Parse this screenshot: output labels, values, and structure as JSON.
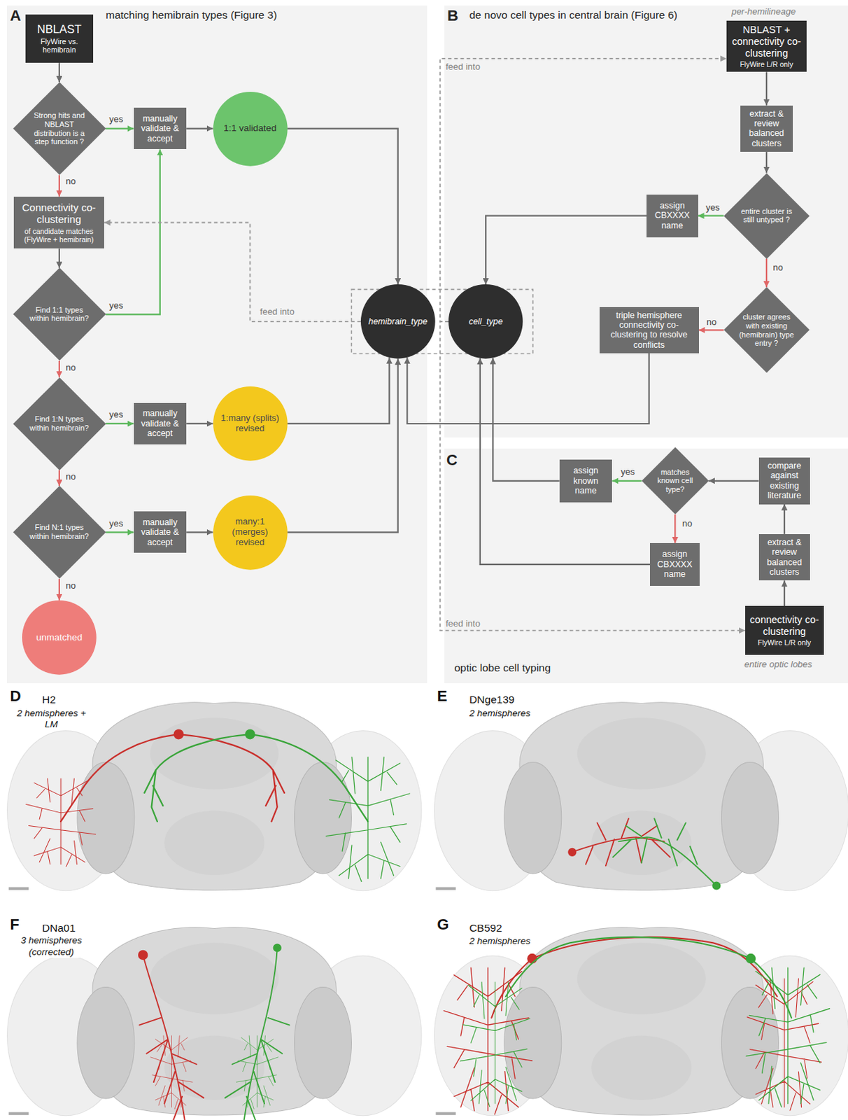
{
  "diagram": {
    "nodes": [
      {
        "text": [
          "A",
          "matching hemibrain types (Figure 3)"
        ]
      },
      {
        "text": [
          "NBLAST",
          "FlyWire vs. hemibrain"
        ],
        "in": 0
      },
      {
        "text": [
          "Strong hits and NBLAST distribution is a step function ?"
        ],
        "in": 0
      },
      {
        "text": [
          "manually validate & accept"
        ],
        "in": 0
      },
      {
        "text": [
          "1:1 validated"
        ],
        "in": 0
      },
      {
        "text": [
          "Connectivity co-clustering",
          "of candidate matches (FlyWire + hemibrain)"
        ],
        "in": 0
      },
      {
        "text": [
          "Find 1:1 types within hemibrain?"
        ],
        "in": 0
      },
      {
        "text": [
          "Find 1:N types within hemibrain?"
        ],
        "in": 0
      },
      {
        "text": [
          "manually validate & accept"
        ],
        "in": 0
      },
      {
        "text": [
          "1:many (splits) revised"
        ],
        "in": 0
      },
      {
        "text": [
          "Find N:1 types within hemibrain?"
        ],
        "in": 0
      },
      {
        "text": [
          "manually validate & accept"
        ],
        "in": 0
      },
      {
        "text": [
          "many:1 (merges) revised"
        ],
        "in": 0
      },
      {
        "text": [
          "unmatched"
        ],
        "in": 0
      },
      {
        "text": [
          "hemibrain_type"
        ]
      },
      {
        "text": [
          "cell_type"
        ]
      },
      {
        "text": [
          "B",
          "de novo cell types in central brain (Figure 6)"
        ]
      },
      {
        "text": [
          "NBLAST + connectivity co-clustering",
          "FlyWire L/R only"
        ],
        "in": 16
      },
      {
        "text": [
          "extract & review balanced clusters"
        ],
        "in": 16
      },
      {
        "text": [
          "entire cluster is still untyped ?"
        ],
        "in": 16
      },
      {
        "text": [
          "assign CBXXXX name"
        ],
        "in": 16
      },
      {
        "text": [
          "cluster agrees with existing (hemibrain) type entry ?"
        ],
        "in": 16
      },
      {
        "text": [
          "triple hemisphere connectivity co-clustering to resolve conflicts"
        ],
        "in": 16
      },
      {
        "text": [
          "C",
          "optic lobe cell typing"
        ]
      },
      {
        "text": [
          "connectivity co-clustering",
          "FlyWire L/R only"
        ],
        "in": 23
      },
      {
        "text": [
          "extract & review balanced clusters"
        ],
        "in": 23
      },
      {
        "text": [
          "compare against existing literature"
        ],
        "in": 23
      },
      {
        "text": [
          "matches known cell type?"
        ],
        "in": 23
      },
      {
        "text": [
          "assign known name"
        ],
        "in": 23
      },
      {
        "text": [
          "assign CBXXXX name"
        ],
        "in": 23
      }
    ],
    "edges": [
      {
        "from": 1,
        "to": 2,
        "arrow": "to"
      },
      {
        "from": 2,
        "to": 3,
        "label": "yes",
        "arrow": "to"
      },
      {
        "from": 3,
        "to": 4,
        "arrow": "to"
      },
      {
        "from": 4,
        "to": 14,
        "arrow": "to"
      },
      {
        "from": 2,
        "to": 5,
        "label": "no",
        "arrow": "to"
      },
      {
        "from": 5,
        "to": 6,
        "arrow": "to"
      },
      {
        "from": 6,
        "to": 3,
        "label": "yes",
        "arrow": "to"
      },
      {
        "from": 6,
        "to": 7,
        "label": "no",
        "arrow": "to"
      },
      {
        "from": 7,
        "to": 8,
        "label": "yes",
        "arrow": "to"
      },
      {
        "from": 8,
        "to": 9,
        "arrow": "to"
      },
      {
        "from": 9,
        "to": 14,
        "arrow": "to"
      },
      {
        "from": 7,
        "to": 10,
        "label": "no",
        "arrow": "to"
      },
      {
        "from": 10,
        "to": 11,
        "label": "yes",
        "arrow": "to"
      },
      {
        "from": 11,
        "to": 12,
        "arrow": "to"
      },
      {
        "from": 12,
        "to": 14,
        "arrow": "to"
      },
      {
        "from": 10,
        "to": 13,
        "label": "no",
        "arrow": "to"
      },
      {
        "from": 14,
        "to": 5,
        "label": "feed into",
        "arrow": "to"
      },
      {
        "from": 15,
        "to": 17,
        "label": "feed into",
        "arrow": "to"
      },
      {
        "from": 15,
        "to": 24,
        "label": "feed into",
        "arrow": "to"
      },
      {
        "from": 17,
        "to": 18,
        "arrow": "to"
      },
      {
        "from": 18,
        "to": 19,
        "arrow": "to"
      },
      {
        "from": 19,
        "to": 20,
        "label": "yes",
        "arrow": "to"
      },
      {
        "from": 20,
        "to": 15,
        "arrow": "to"
      },
      {
        "from": 19,
        "to": 21,
        "label": "no",
        "arrow": "to"
      },
      {
        "from": 21,
        "to": 22,
        "label": "no",
        "arrow": "to"
      },
      {
        "from": 22,
        "to": 14,
        "arrow": "to"
      },
      {
        "from": 24,
        "to": 25,
        "arrow": "to"
      },
      {
        "from": 25,
        "to": 26,
        "arrow": "to"
      },
      {
        "from": 26,
        "to": 27,
        "arrow": "to"
      },
      {
        "from": 27,
        "to": 28,
        "label": "yes",
        "arrow": "to"
      },
      {
        "from": 28,
        "to": 15,
        "arrow": "to"
      },
      {
        "from": 27,
        "to": 29,
        "label": "no",
        "arrow": "to"
      },
      {
        "from": 29,
        "to": 15,
        "arrow": "to"
      }
    ],
    "labels": [
      "per-hemilineage",
      "entire optic lobes",
      "D",
      "H2",
      "2 hemispheres + LM",
      "E",
      "DNge139",
      "2 hemispheres",
      "F",
      "DNa01",
      "3 hemispheres (corrected)",
      "G",
      "CB592",
      "2 hemispheres"
    ]
  }
}
